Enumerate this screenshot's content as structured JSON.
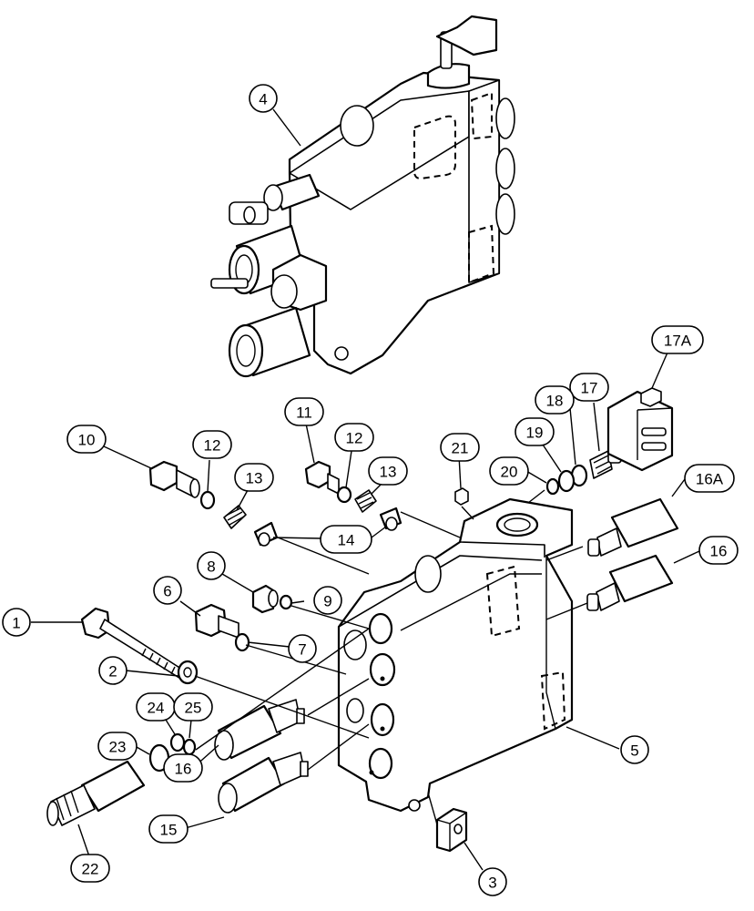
{
  "callouts": [
    {
      "id": "c1",
      "label": "1"
    },
    {
      "id": "c2",
      "label": "2"
    },
    {
      "id": "c3",
      "label": "3"
    },
    {
      "id": "c4",
      "label": "4"
    },
    {
      "id": "c5",
      "label": "5"
    },
    {
      "id": "c6",
      "label": "6"
    },
    {
      "id": "c7",
      "label": "7"
    },
    {
      "id": "c8",
      "label": "8"
    },
    {
      "id": "c9",
      "label": "9"
    },
    {
      "id": "c10",
      "label": "10"
    },
    {
      "id": "c11",
      "label": "11"
    },
    {
      "id": "c12a",
      "label": "12"
    },
    {
      "id": "c12b",
      "label": "12"
    },
    {
      "id": "c13a",
      "label": "13"
    },
    {
      "id": "c13b",
      "label": "13"
    },
    {
      "id": "c14",
      "label": "14"
    },
    {
      "id": "c15",
      "label": "15"
    },
    {
      "id": "c16a",
      "label": "16"
    },
    {
      "id": "c16b",
      "label": "16"
    },
    {
      "id": "c16A",
      "label": "16A"
    },
    {
      "id": "c17",
      "label": "17"
    },
    {
      "id": "c17A",
      "label": "17A"
    },
    {
      "id": "c18",
      "label": "18"
    },
    {
      "id": "c19",
      "label": "19"
    },
    {
      "id": "c20",
      "label": "20"
    },
    {
      "id": "c21",
      "label": "21"
    },
    {
      "id": "c22",
      "label": "22"
    },
    {
      "id": "c23",
      "label": "23"
    },
    {
      "id": "c24",
      "label": "24"
    },
    {
      "id": "c25",
      "label": "25"
    }
  ],
  "colors": {
    "ink": "#000000",
    "paper": "#ffffff"
  }
}
